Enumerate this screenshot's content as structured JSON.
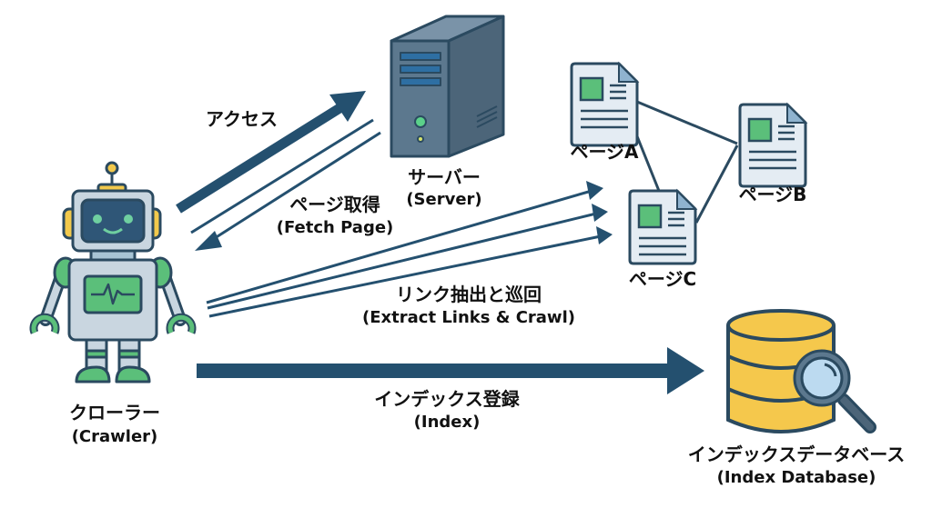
{
  "diagram": {
    "title": "Web crawler flow",
    "colors": {
      "arrow": "#24506f",
      "outline": "#2b4a60",
      "robot_body": "#c9d6e0",
      "robot_green": "#5bbf7a",
      "robot_yellow": "#f2c94c",
      "robot_face": "#2f5677",
      "server_front": "#5c788e",
      "server_side": "#4c6579",
      "doc_fill": "#e4ecf3",
      "doc_fold": "#8fb3cf",
      "doc_image": "#5bbf7a",
      "db_fill": "#f5c84c",
      "lens_fill": "#bcdaf0"
    },
    "nodes": {
      "crawler": {
        "label_jp": "クローラー",
        "label_en": "(Crawler)",
        "icon": "robot-icon"
      },
      "server": {
        "label_jp": "サーバー",
        "label_en": "(Server)",
        "icon": "server-icon"
      },
      "page_a": {
        "label": "ページA",
        "icon": "document-icon"
      },
      "page_b": {
        "label": "ページB",
        "icon": "document-icon"
      },
      "page_c": {
        "label": "ページC",
        "icon": "document-icon"
      },
      "database": {
        "label_jp": "インデックスデータベース",
        "label_en": "(Index Database)",
        "icon": "database-search-icon"
      }
    },
    "edges": {
      "access": {
        "label_jp": "アクセス",
        "from": "crawler",
        "to": "server"
      },
      "fetch": {
        "label_jp": "ページ取得",
        "label_en": "(Fetch Page)",
        "from": "server",
        "to": "crawler"
      },
      "extract": {
        "label_jp": "リンク抽出と巡回",
        "label_en": "(Extract Links & Crawl)",
        "from": "crawler",
        "to": "pages"
      },
      "index": {
        "label_jp": "インデックス登録",
        "label_en": "(Index)",
        "from": "crawler",
        "to": "database"
      },
      "page_links": [
        [
          "page_a",
          "page_b"
        ],
        [
          "page_a",
          "page_c"
        ],
        [
          "page_c",
          "page_b"
        ]
      ]
    }
  }
}
